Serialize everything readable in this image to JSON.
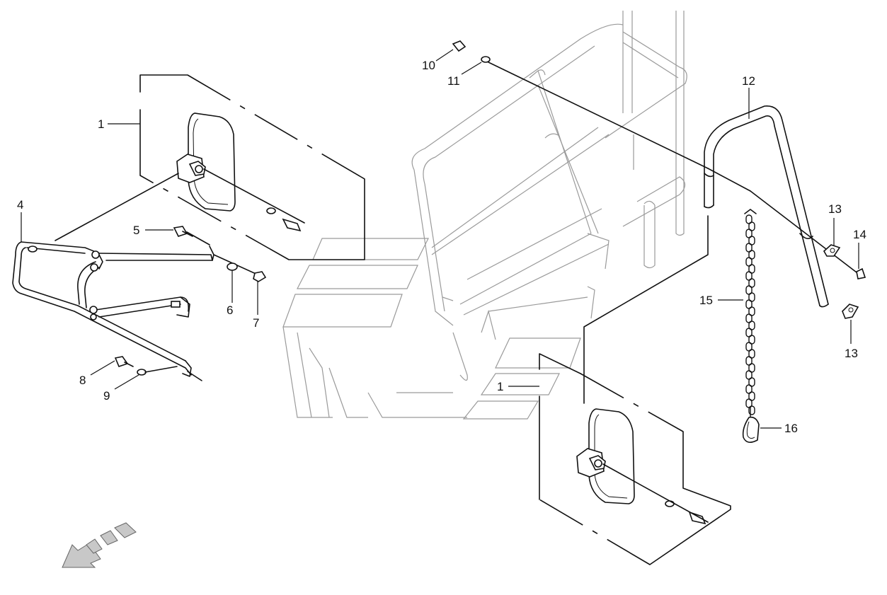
{
  "callouts": [
    {
      "id": "c1a",
      "label": "1"
    },
    {
      "id": "c1b",
      "label": "1"
    },
    {
      "id": "c4",
      "label": "4"
    },
    {
      "id": "c5",
      "label": "5"
    },
    {
      "id": "c6",
      "label": "6"
    },
    {
      "id": "c7",
      "label": "7"
    },
    {
      "id": "c8",
      "label": "8"
    },
    {
      "id": "c9",
      "label": "9"
    },
    {
      "id": "c10",
      "label": "10"
    },
    {
      "id": "c11",
      "label": "11"
    },
    {
      "id": "c12",
      "label": "12"
    },
    {
      "id": "c13a",
      "label": "13"
    },
    {
      "id": "c13b",
      "label": "13"
    },
    {
      "id": "c14",
      "label": "14"
    },
    {
      "id": "c15",
      "label": "15"
    },
    {
      "id": "c16",
      "label": "16"
    }
  ],
  "parts": {
    "mirror_left": "mirror-assembly",
    "mirror_right": "mirror-assembly",
    "bracket": "mirror-bracket",
    "cab_frame": "cab-frame",
    "handle": "grab-handle",
    "chain": "chain",
    "clip": "snap-hook",
    "direction_arrow": "direction-arrow-icon"
  },
  "colors": {
    "ink": "#111111",
    "ghost": "#9a9a9a",
    "arrow_fill": "#c8c8c8"
  }
}
